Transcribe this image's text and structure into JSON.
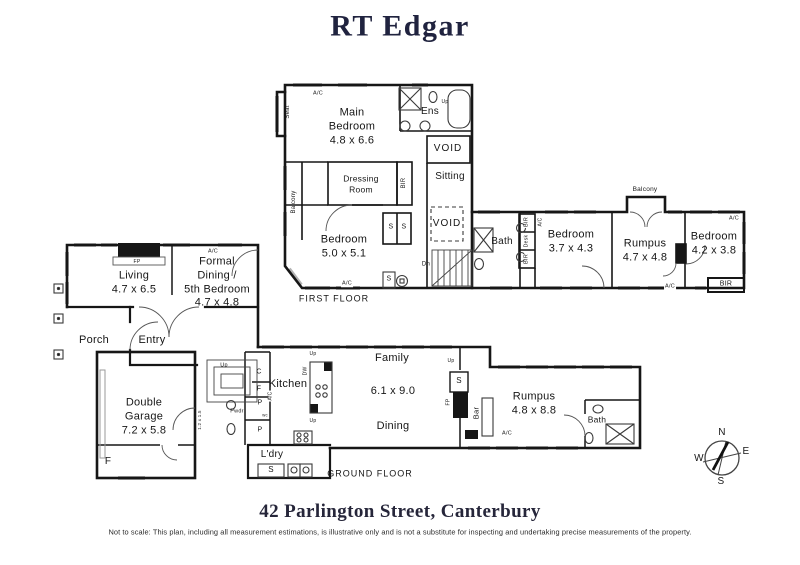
{
  "brand": "RT Edgar",
  "address": "42 Parlington Street, Canterbury",
  "disclaimer": "Not to scale: This plan, including all measurement estimations, is illustrative only and is not a substitute for inspecting and undertaking precise measurements of the property.",
  "floor_labels": {
    "first": "FIRST FLOOR",
    "ground": "GROUND FLOOR"
  },
  "compass": {
    "north": "N",
    "south": "S",
    "east": "E",
    "west": "W"
  },
  "colors": {
    "wall": "#161616",
    "window": "#b3b3b3",
    "brand_navy": "#20233f"
  },
  "rooms": {
    "main_bedroom": "Main\nBedroom\n4.8 x 6.6",
    "ens": "Ens",
    "void_upper": "VOID",
    "sitting": "Sitting",
    "void_lower": "VOID",
    "dressing_room": "Dressing\nRoom",
    "bedroom_2": "Bedroom\n5.0 x 5.1",
    "bath_first": "Bath",
    "bedroom_3": "Bedroom\n3.7 x 4.3",
    "rumpus_first": "Rumpus\n4.7 x 4.8",
    "bedroom_4": "Bedroom\n4.2 x 3.8",
    "balcony_right": "Balcony",
    "living": "Living\n4.7 x 6.5",
    "formal_dining": "Formal\nDining /\n5th Bedroom\n4.7 x 4.8",
    "porch": "Porch",
    "entry": "Entry",
    "double_garage": "Double\nGarage\n7.2 x 5.8",
    "kitchen": "Kitchen",
    "family": "Family",
    "family_dim": "6.1 x 9.0",
    "dining": "Dining",
    "rumpus_ground": "Rumpus\n4.8 x 8.8",
    "bath_ground": "Bath",
    "laundry": "L'dry"
  },
  "annotations": {
    "seat": "Seat",
    "balcony": "Balcony",
    "bir": "BIR",
    "desk": "Desk",
    "dn": "Dn",
    "up": "Up",
    "ac": "A/C",
    "fp": "FP",
    "dw": "DW",
    "bar": "Bar",
    "c": "C",
    "f": "F",
    "p": "P",
    "s": "S",
    "pwdr": "Pwdr",
    "wc": "wc",
    "store_dim": "1.2 x 1.5"
  }
}
